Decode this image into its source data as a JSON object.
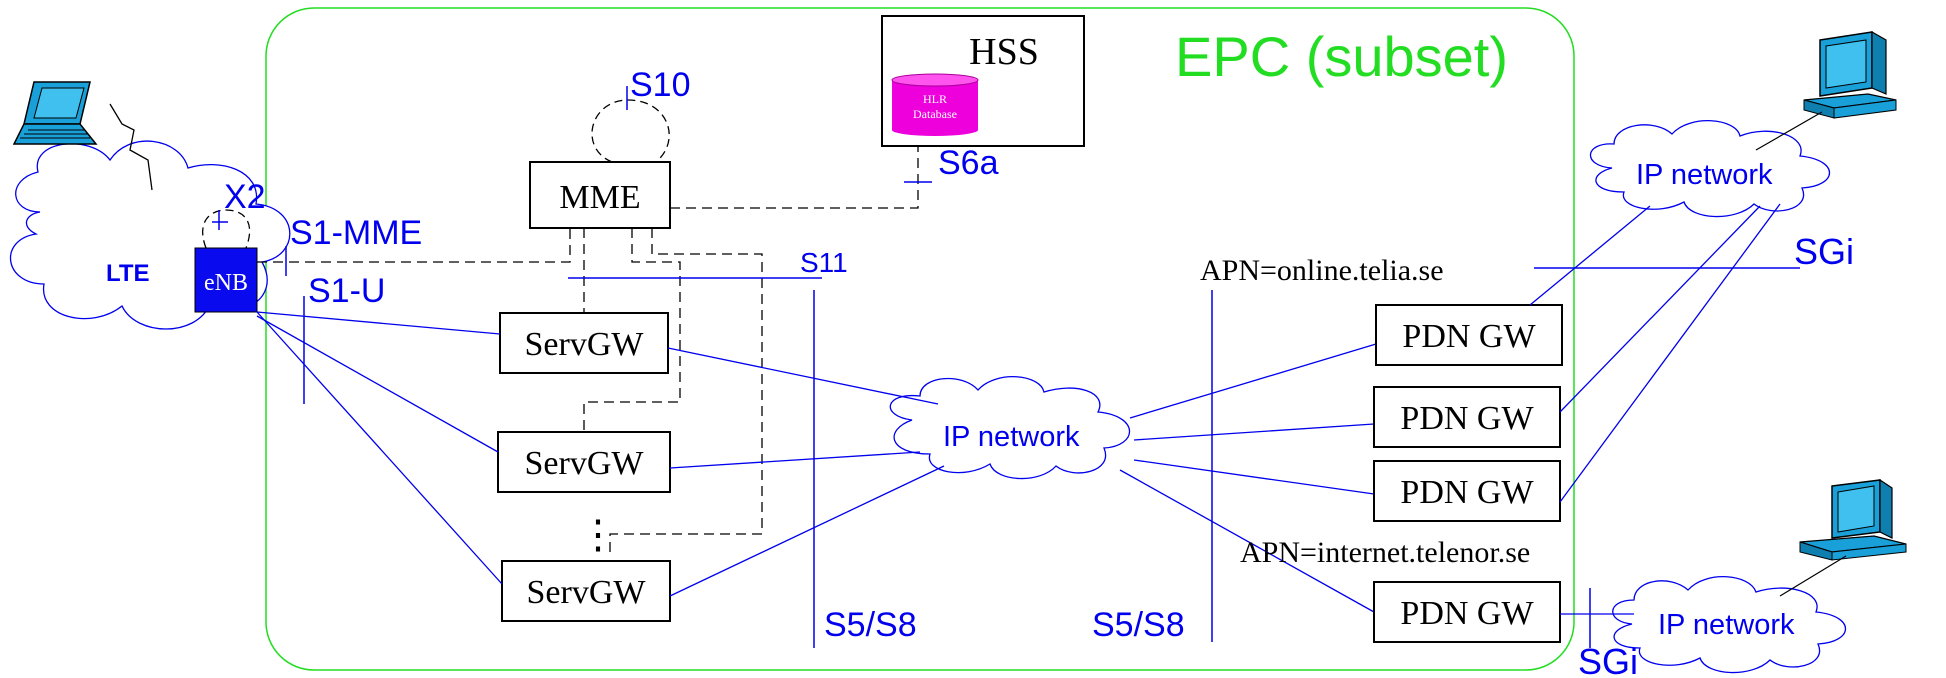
{
  "colors": {
    "blue": "#0000ee",
    "green": "#22dd22",
    "black": "#000000",
    "magenta": "#ee00dd",
    "cyan": "#1aa0d8",
    "enb_fill": "#0a0aee"
  },
  "epc": {
    "title": "EPC (subset)"
  },
  "hss": {
    "label": "HSS",
    "db_line1": "HLR",
    "db_line2": "Database"
  },
  "mme": {
    "label": "MME"
  },
  "enb": {
    "label": "eNB"
  },
  "lte": {
    "label": "LTE"
  },
  "servgw": [
    {
      "label": "ServGW"
    },
    {
      "label": "ServGW"
    },
    {
      "label": "ServGW"
    }
  ],
  "pdngw": [
    {
      "label": "PDN GW"
    },
    {
      "label": "PDN GW"
    },
    {
      "label": "PDN GW"
    },
    {
      "label": "PDN GW"
    }
  ],
  "interfaces": {
    "s10": "S10",
    "s6a": "S6a",
    "x2": "X2",
    "s1_mme": "S1-MME",
    "s1_u": "S1-U",
    "s11": "S11",
    "s5s8_left": "S5/S8",
    "s5s8_right": "S5/S8",
    "sgi_top": "SGi",
    "sgi_bottom": "SGi"
  },
  "apn": {
    "telia": "APN=online.telia.se",
    "telenor": "APN=internet.telenor.se"
  },
  "clouds": {
    "center": "IP network",
    "top_right": "IP network",
    "bottom_right": "IP network"
  },
  "ellipsis": "⋮",
  "icons": [
    "laptop-icon",
    "desktop-computer-icon",
    "desktop-computer-icon",
    "database-icon",
    "cloud-icon"
  ]
}
